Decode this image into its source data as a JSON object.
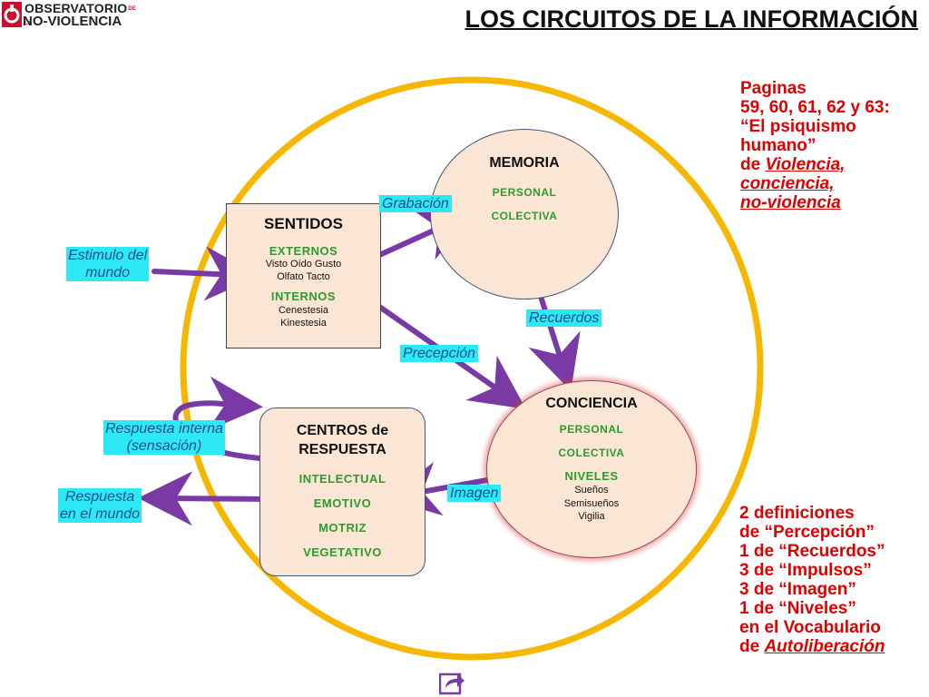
{
  "logo": {
    "line1": "OBSERVATORIO",
    "line1_small": "DE LA",
    "line2": "NO-VIOLENCIA"
  },
  "title": "LOS CIRCUITOS DE LA INFORMACIÓN",
  "reference": {
    "l1": "Paginas",
    "l2": "59, 60, 61, 62 y 63:",
    "l3": "“El psiquismo",
    "l4": "humano”",
    "l5_prefix": "de ",
    "l5_em": "Violencia,",
    "l6": "conciencia,",
    "l7": "no-violencia"
  },
  "definitions": {
    "l1": "2 definiciones",
    "l2": "de “Percepción”",
    "l3": "1 de “Recuerdos”",
    "l4": "3 de “Impulsos”",
    "l5": "3 de “Imagen”",
    "l6": "1 de “Niveles”",
    "l7": "en el Vocabulario",
    "l8_prefix": "de ",
    "l8_em": "Autoliberación"
  },
  "sentidos": {
    "title": "SENTIDOS",
    "externos": "EXTERNOS",
    "externos_1": "Visto Oído Gusto",
    "externos_2": "Olfato Tacto",
    "internos": "INTERNOS",
    "internos_1": "Cenestesia",
    "internos_2": "Kinestesia"
  },
  "memoria": {
    "title": "MEMORIA",
    "personal": "PERSONAL",
    "colectiva": "COLECTIVA"
  },
  "conciencia": {
    "title": "CONCIENCIA",
    "personal": "PERSONAL",
    "colectiva": "COLECTIVA",
    "niveles": "NIVELES",
    "n1": "Sueños",
    "n2": "Semisueños",
    "n3": "Vigilia"
  },
  "centros": {
    "title1": "CENTROS de",
    "title2": "RESPUESTA",
    "c1": "INTELECTUAL",
    "c2": "EMOTIVO",
    "c3": "MOTRIZ",
    "c4": "VEGETATIVO"
  },
  "labels": {
    "estimulo1": "Estimulo del",
    "estimulo2": "mundo",
    "grabacion": "Grabación",
    "recuerdos": "Recuerdos",
    "precepcion": "Precepción",
    "imagen": "Imagen",
    "resp_interna1": "Respuesta interna",
    "resp_interna2": "(sensación)",
    "resp_mundo1": "Respuesta",
    "resp_mundo2": "en el mundo"
  },
  "icons": {
    "nav": "forward-arrow-icon"
  },
  "colors": {
    "ring": "#f5b700",
    "arrow": "#7a3aa6",
    "label_bg": "#2de8f5",
    "label_text": "#1a4f8f",
    "red": "#e10000",
    "green": "#2e9b2e"
  }
}
